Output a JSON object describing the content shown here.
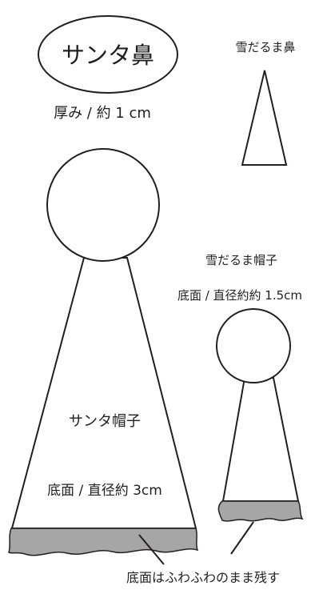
{
  "labels": {
    "santa_nose": "サンタ鼻",
    "santa_nose_thickness": "厚み / 約 1 cm",
    "snowman_nose": "雪だるま鼻",
    "snowman_hat": "雪だるま帽子",
    "snowman_hat_base": "底面 / 直径約約 1.5cm",
    "santa_hat": "サンタ帽子",
    "santa_hat_base": "底面 / 直径約 3cm",
    "fluffy_note": "底面はふわふわのまま残す"
  },
  "colors": {
    "stroke": "#231f20",
    "fluff_fill": "#a6a6a6",
    "background": "#ffffff"
  }
}
